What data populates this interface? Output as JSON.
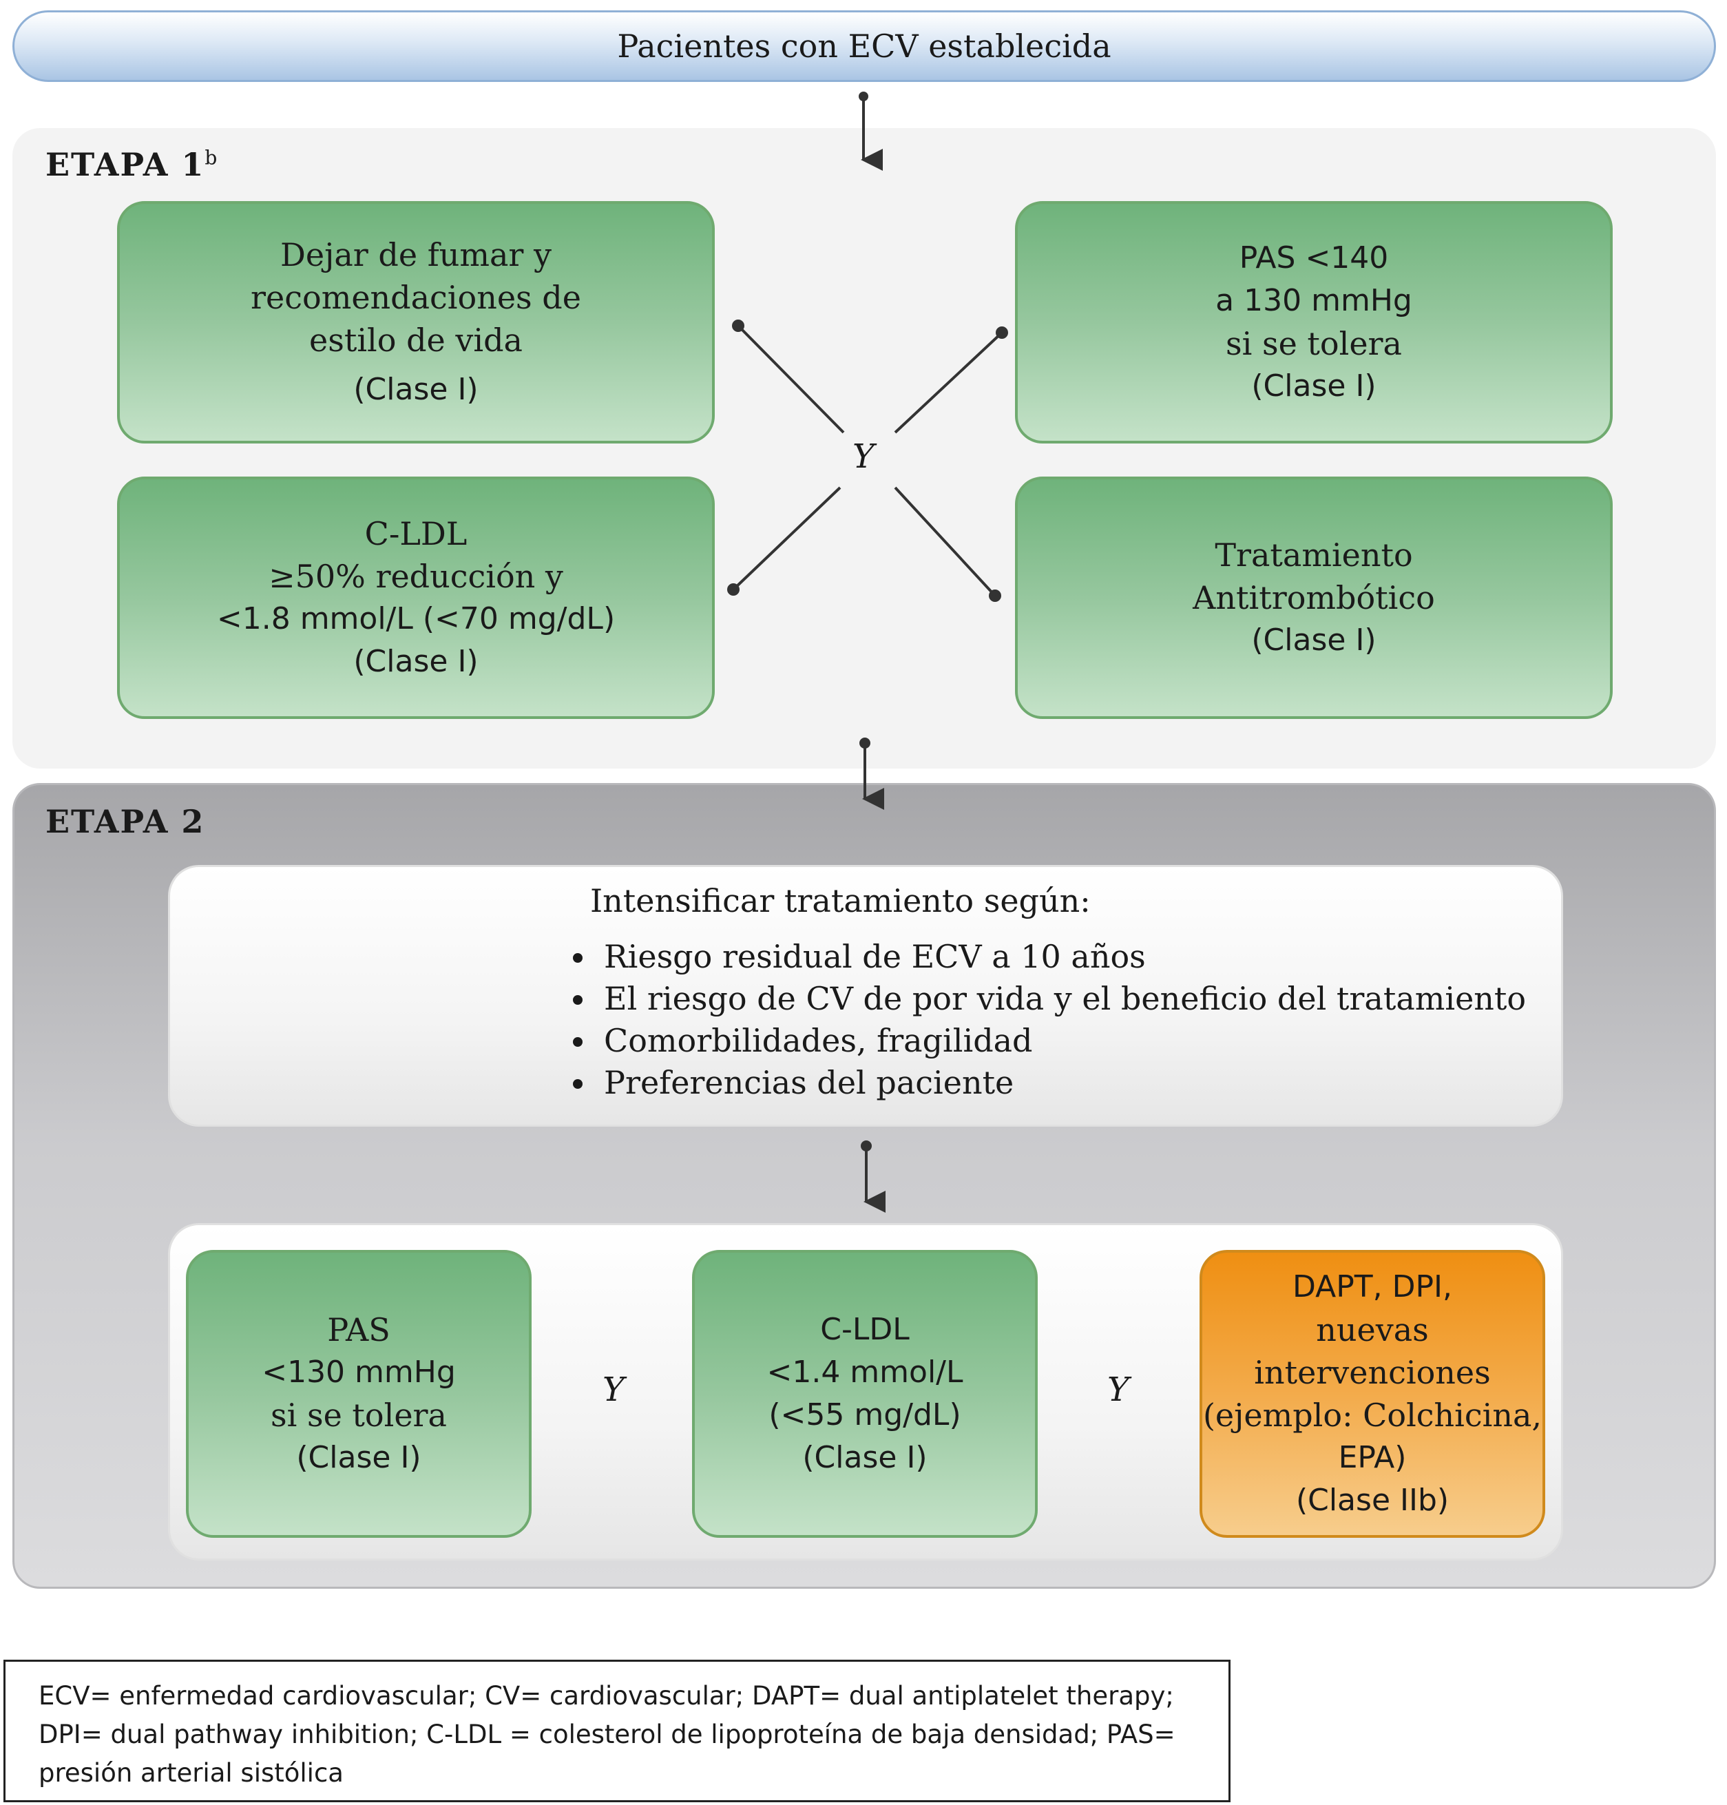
{
  "banner": {
    "title": "Pacientes con ECV establecida"
  },
  "stage1": {
    "label": "ETAPA 1",
    "label_sup": "b",
    "boxes": {
      "lifestyle": {
        "l1": "Dejar de fumar y",
        "l2": "recomendaciones de",
        "l3": "estilo de vida",
        "cls": "(Clase I)"
      },
      "bp": {
        "l1": "PAS <140",
        "l2": "a 130 mmHg",
        "l3": "si se tolera",
        "cls": "(Clase I)"
      },
      "ldl": {
        "l1": "C-LDL",
        "l2": "≥50% reducción y",
        "l3": "<1.8 mmol/L (<70 mg/dL)",
        "cls": "(Clase I)"
      },
      "antithrombotic": {
        "l1": "Tratamiento",
        "l2": "Antitrombótico",
        "cls": "(Clase I)"
      }
    },
    "connector": "Y"
  },
  "stage2": {
    "label": "ETAPA 2",
    "intensify": {
      "heading": "Intensificar tratamiento según:",
      "items": [
        "Riesgo residual de ECV a 10 años",
        "El riesgo de CV de por vida y el beneficio del tratamiento",
        "Comorbilidades, fragilidad",
        "Preferencias del paciente"
      ]
    },
    "boxes": {
      "bp": {
        "l1": "PAS",
        "l2": "<130 mmHg",
        "l3": "si se tolera",
        "cls": "(Clase I)"
      },
      "ldl": {
        "l1": "C-LDL",
        "l2": "<1.4 mmol/L",
        "l3": "(<55 mg/dL)",
        "cls": "(Clase I)"
      },
      "dapt": {
        "l1": "DAPT, DPI,",
        "l2": "nuevas intervenciones",
        "l3": "(ejemplo: Colchicina,",
        "l4": "EPA)",
        "cls": "(Clase IIb)"
      }
    },
    "connector_1": "Y",
    "connector_2": "Y"
  },
  "legend": {
    "text": "ECV= enfermedad cardiovascular; CV= cardiovascular; DAPT= dual antiplatelet therapy; DPI= dual pathway inhibition; C-LDL = colesterol de lipoproteína de baja densidad; PAS= presión arterial sistólica"
  },
  "colors": {
    "green": "#6fb37b",
    "orange": "#ef8f12",
    "banner_blue": "#aac5e4",
    "stage2_gray": "#a6a6a9"
  }
}
